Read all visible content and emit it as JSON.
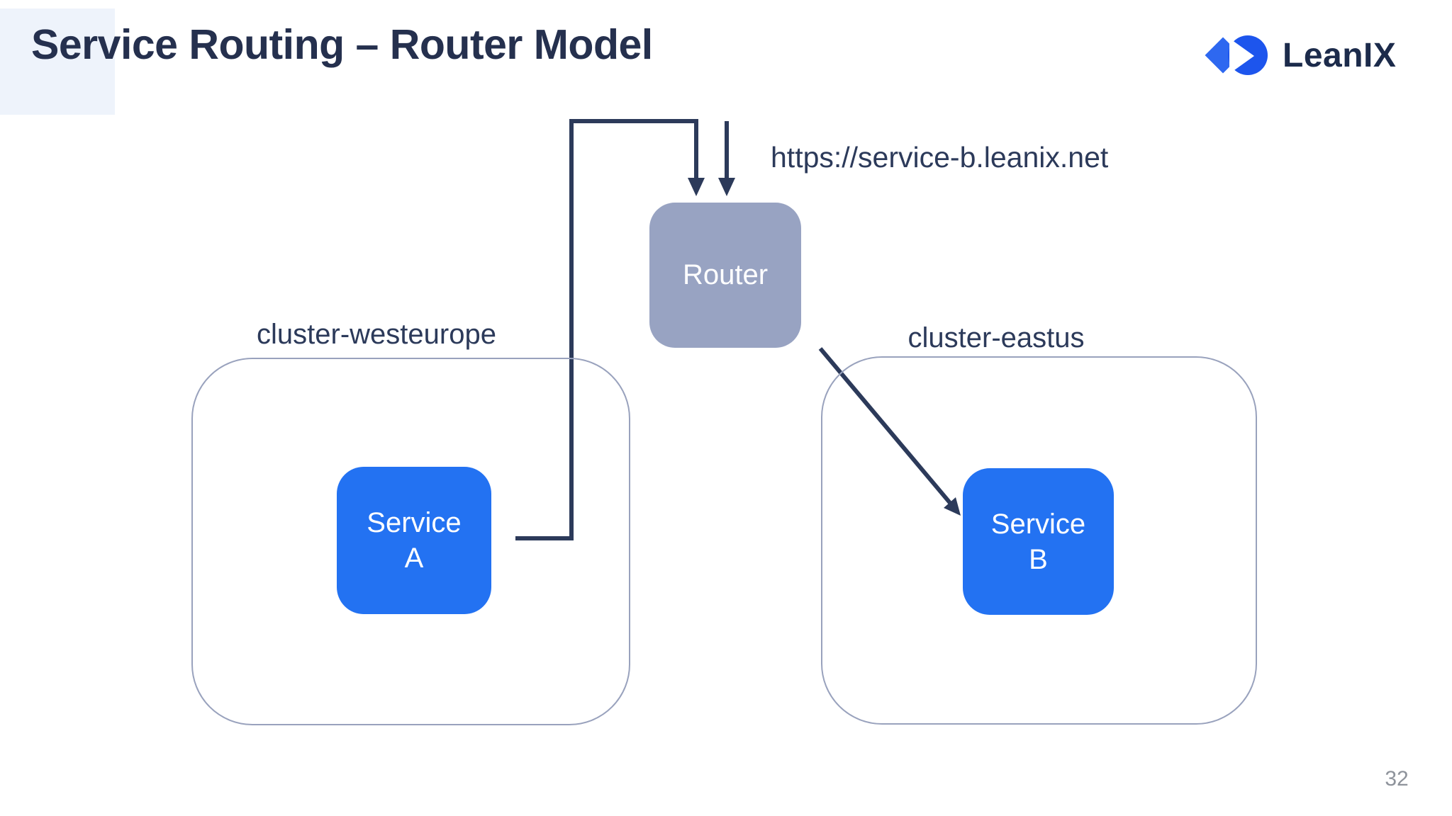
{
  "slide": {
    "title": "Service Routing – Router Model",
    "page_number": "32"
  },
  "logo": {
    "text": "LeanIX"
  },
  "diagram": {
    "url_label": "https://service-b.leanix.net",
    "router": {
      "label": "Router"
    },
    "clusters": [
      {
        "label": "cluster-westeurope",
        "service": {
          "line1": "Service",
          "line2": "A"
        }
      },
      {
        "label": "cluster-eastus",
        "service": {
          "line1": "Service",
          "line2": "B"
        }
      }
    ]
  },
  "colors": {
    "title_navy": "#25304e",
    "line_navy": "#2c3a5a",
    "router_fill": "#98a3c2",
    "router_text": "#ffffff",
    "service_blue": "#2372f2",
    "service_text": "#ffffff",
    "container_border": "#99a2bd",
    "accent_rect": "#eef3fb",
    "page_number_gray": "#8e939b",
    "logo_diamond_blue": "#2e68f0",
    "logo_circle_blue": "#1d55ed",
    "logo_text_navy": "#1c2b4b"
  }
}
